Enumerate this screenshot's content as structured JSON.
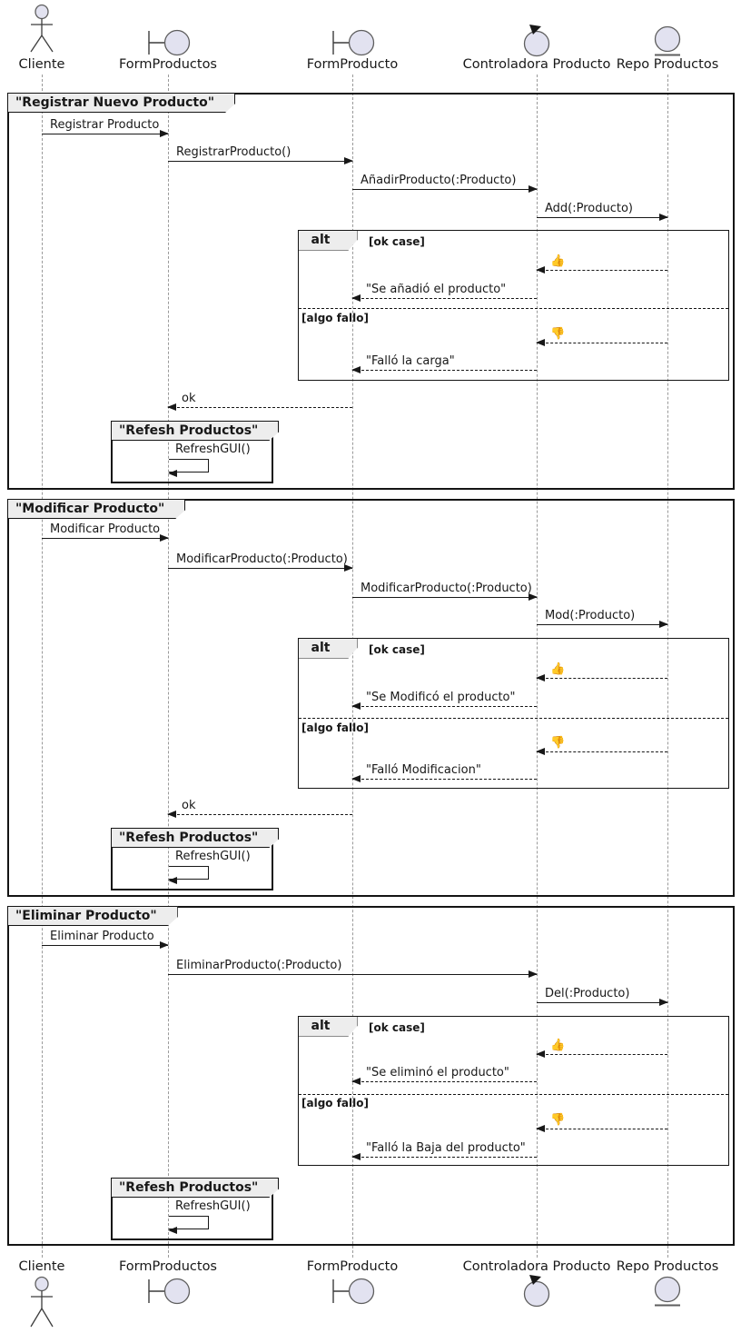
{
  "colors": {
    "icon_fill": "#E2E2F0",
    "title_bg": "#EDEDED",
    "line_color": "#181818",
    "lifeline_color": "#9A9A9A"
  },
  "participants": [
    {
      "label": "Cliente",
      "type": "actor"
    },
    {
      "label": "FormProductos",
      "type": "boundary"
    },
    {
      "label": "FormProducto",
      "type": "boundary"
    },
    {
      "label": "Controladora Producto",
      "type": "control"
    },
    {
      "label": "Repo Productos",
      "type": "entity"
    }
  ],
  "frames": [
    {
      "title": "\"Registrar Nuevo Producto\"",
      "alt_label": "alt",
      "guard_ok": "[ok case]",
      "guard_fail": "[algo fallo]",
      "m1": "Registrar Producto",
      "m2": "RegistrarProducto()",
      "m3": "AñadirProducto(:Producto)",
      "m4": "Add(:Producto)",
      "thumb_up": "👍",
      "ok_msg": "\"Se añadió el producto\"",
      "thumb_down": "👎",
      "fail_msg": "\"Falló la carga\"",
      "return_msg": "ok",
      "subframe_title": "\"Refesh Productos\"",
      "self_msg": "RefreshGUI()"
    },
    {
      "title": "\"Modificar Producto\"",
      "alt_label": "alt",
      "guard_ok": "[ok case]",
      "guard_fail": "[algo fallo]",
      "m1": "Modificar Producto",
      "m2": "ModificarProducto(:Producto)",
      "m3": "ModificarProducto(:Producto)",
      "m4": "Mod(:Producto)",
      "thumb_up": "👍",
      "ok_msg": "\"Se Modificó el producto\"",
      "thumb_down": "👎",
      "fail_msg": "\"Falló Modificacion\"",
      "return_msg": "ok",
      "subframe_title": "\"Refesh Productos\"",
      "self_msg": "RefreshGUI()"
    },
    {
      "title": "\"Eliminar Producto\"",
      "alt_label": "alt",
      "guard_ok": "[ok case]",
      "guard_fail": "[algo fallo]",
      "m1": "Eliminar Producto",
      "m2": "EliminarProducto(:Producto)",
      "m3": "Del(:Producto)",
      "thumb_up": "👍",
      "ok_msg": "\"Se eliminó el producto\"",
      "thumb_down": "👎",
      "fail_msg": "\"Falló la Baja del producto\"",
      "subframe_title": "\"Refesh Productos\"",
      "self_msg": "RefreshGUI()"
    }
  ]
}
